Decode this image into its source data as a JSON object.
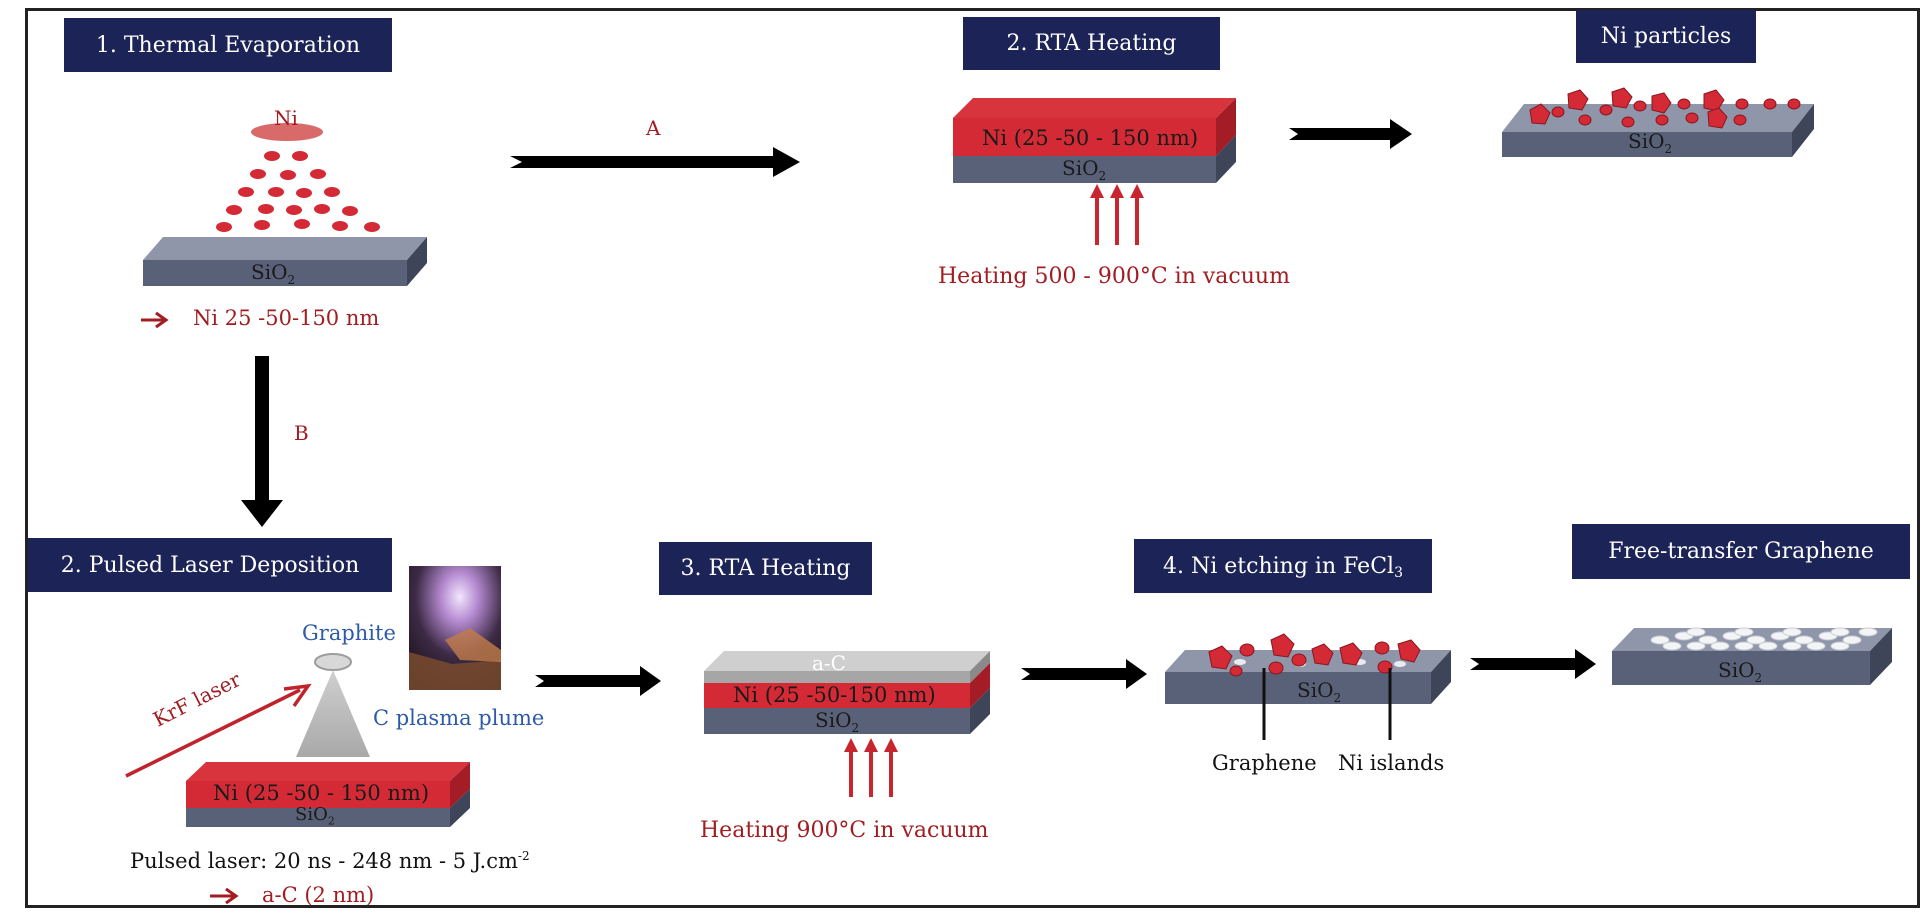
{
  "headers": {
    "thermal_evaporation": "1. Thermal Evaporation",
    "rta_heating_top": "2. RTA Heating",
    "ni_particles": "Ni particles",
    "pulsed_laser_deposition": "2. Pulsed Laser Deposition",
    "rta_heating_bottom": "3. RTA Heating",
    "ni_etching_main": "4. Ni etching in FeCl",
    "ni_etching_sub": "3",
    "free_transfer": "Free-transfer Graphene"
  },
  "step1": {
    "source": "Ni",
    "substrate_main": "SiO",
    "substrate_sub": "2",
    "thickness": "Ni 25 -50-150 nm"
  },
  "path_labels": {
    "a": "A",
    "b": "B"
  },
  "rta_top": {
    "layer_ni": "Ni (25 -50 - 150 nm)",
    "substrate_main": "SiO",
    "substrate_sub": "2",
    "heating": "Heating 500 - 900°C in vacuum"
  },
  "ni_particles_panel": {
    "substrate_main": "SiO",
    "substrate_sub": "2"
  },
  "pld": {
    "target": "Graphite",
    "laser": "KrF laser",
    "plume": "C plasma plume",
    "layer_ni": "Ni (25 -50 - 150 nm)",
    "substrate_main": "SiO",
    "substrate_sub": "2",
    "pulse_main": "Pulsed laser: 20 ns - 248 nm - 5 J.cm",
    "pulse_sup": "-2",
    "result": "a-C (2 nm)"
  },
  "rta_bottom": {
    "layer_ac": "a-C",
    "layer_ni": "Ni (25 -50-150 nm)",
    "substrate_main": "SiO",
    "substrate_sub": "2",
    "heating": "Heating 900°C in vacuum"
  },
  "etching": {
    "substrate_main": "SiO",
    "substrate_sub": "2",
    "graphene_label": "Graphene",
    "islands_label": "Ni islands"
  },
  "free_graphene": {
    "substrate_main": "SiO",
    "substrate_sub": "2"
  },
  "colors": {
    "header_bg": "#1c2356",
    "ni_red": "#d42a36",
    "sio2_gray": "#596178",
    "text_red": "#a11d22",
    "text_blue": "#2f5aa8",
    "arrow_black": "#000000"
  }
}
